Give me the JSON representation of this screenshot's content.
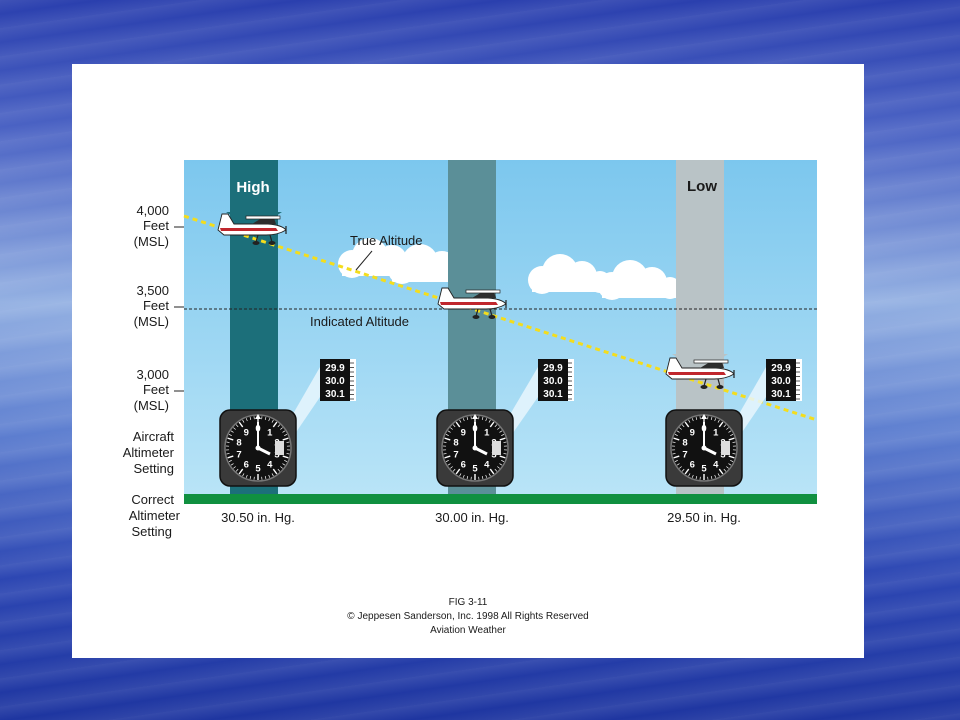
{
  "labels": {
    "high": "High",
    "low": "Low",
    "true_altitude": "True Altitude",
    "indicated_altitude": "Indicated Altitude"
  },
  "y_labels": {
    "alt4000": [
      "4,000",
      "Feet",
      "(MSL)"
    ],
    "alt3500": [
      "3,500",
      "Feet",
      "(MSL)"
    ],
    "alt3000": [
      "3,000",
      "Feet",
      "(MSL)"
    ],
    "aircraft_setting": [
      "Aircraft",
      "Altimeter",
      "Setting"
    ],
    "correct_setting": [
      "Correct",
      "Altimeter",
      "Setting"
    ]
  },
  "settings": [
    "30.50 in. Hg.",
    "30.00 in. Hg.",
    "29.50 in. Hg."
  ],
  "kollsman": [
    "29.9",
    "30.0",
    "30.1"
  ],
  "dial_numbers": [
    "0",
    "1",
    "2",
    "3",
    "4",
    "5",
    "6",
    "7",
    "8",
    "9"
  ],
  "caption": {
    "fig": "FIG 3-11",
    "copyright": "© Jeppesen Sanderson, Inc. 1998 All Rights Reserved",
    "source": "Aviation Weather"
  },
  "colors": {
    "sky": "#8fd0f0",
    "column_high": "#1c6f7a",
    "column_mid": "#5b8f98",
    "column_low": "#b9c3c6",
    "ground": "#109040",
    "true_altitude_line": "#f4dd1c",
    "aircraft_stripe": "#c0272d"
  }
}
